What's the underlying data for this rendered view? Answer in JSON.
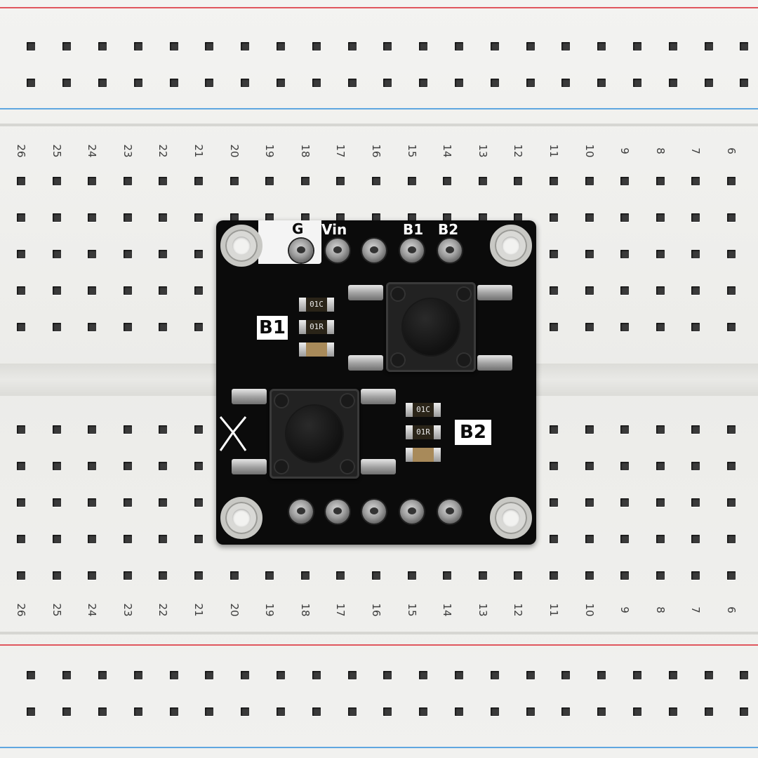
{
  "breadboard": {
    "top_numbers": [
      "26",
      "25",
      "24",
      "23",
      "22",
      "21",
      "20",
      "19",
      "18",
      "17",
      "16",
      "15",
      "14",
      "13",
      "12",
      "11",
      "10",
      "9",
      "8",
      "7",
      "6"
    ],
    "bottom_numbers": [
      "26",
      "25",
      "24",
      "23",
      "22",
      "21",
      "20",
      "19",
      "18",
      "17",
      "16",
      "15",
      "14",
      "13",
      "12",
      "11",
      "10",
      "9",
      "8",
      "7",
      "6"
    ],
    "rail_colors": {
      "red": "#e0575e",
      "blue": "#5fa7e0"
    }
  },
  "module": {
    "header_labels": {
      "gnd": "G",
      "vin": "Vin",
      "b1": "B1",
      "b2": "B2"
    },
    "button1_label": "B1",
    "button2_label": "B2",
    "resistor_markings": [
      "01C",
      "01R",
      "01C",
      "01R"
    ],
    "pcb_color": "#0b0b0b"
  }
}
